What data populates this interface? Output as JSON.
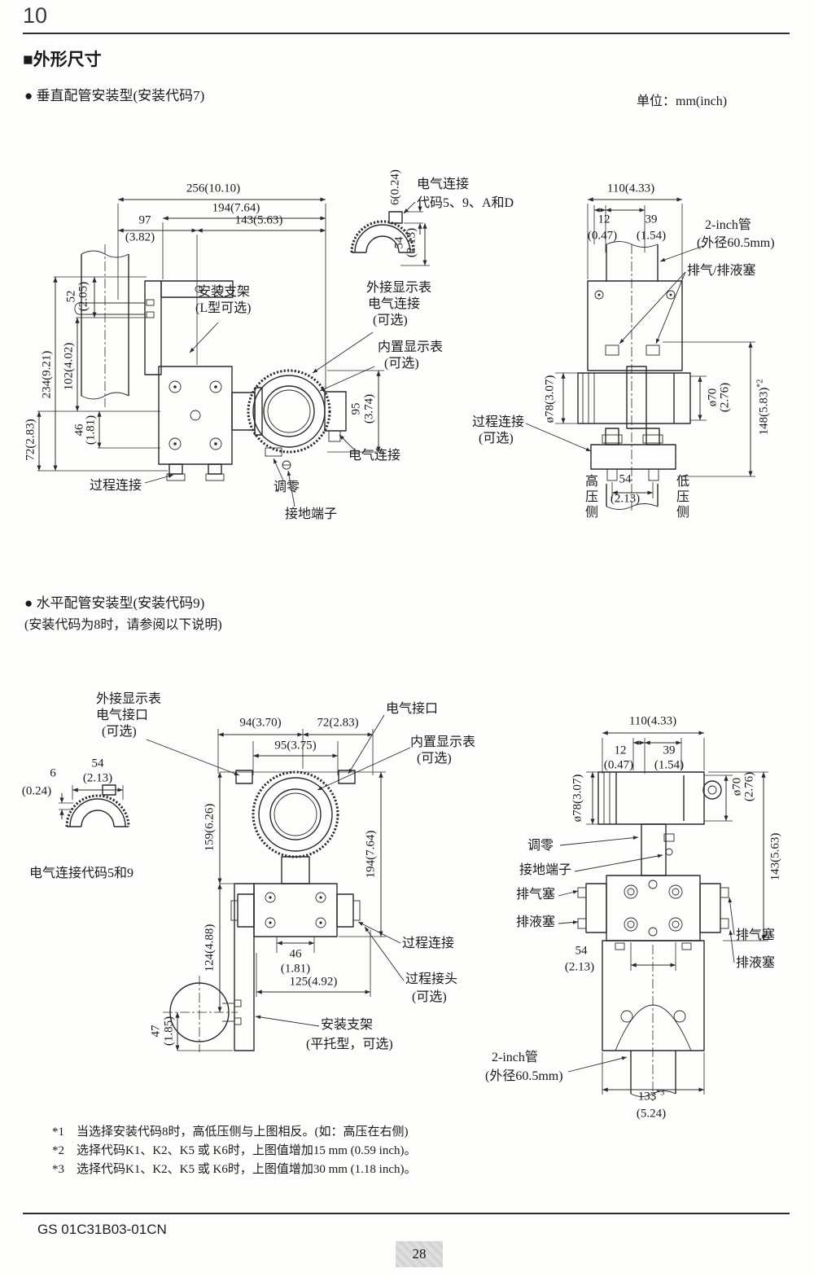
{
  "page": {
    "number": "10",
    "section_title": "■外形尺寸",
    "unit_note": "单位：mm(inch)",
    "footer_code": "GS 01C31B03-01CN",
    "footer_page": "28"
  },
  "sections": {
    "s1_bullet": "● 垂直配管安装型(安装代码7)",
    "s2_bullet": "● 水平配管安装型(安装代码9)",
    "s2_note": "(安装代码为8时，请参阅以下说明)"
  },
  "footnotes": {
    "f1": "*1　当选择安装代码8时，高低压侧与上图相反。(如：高压在右侧)",
    "f2": "*2　选择代码K1、K2、K5 或 K6时，上图值增加15 mm (0.59 inch)。",
    "f3": "*3　选择代码K1、K2、K5 或 K6时，上图值增加30 mm (1.18 inch)。"
  },
  "d1": {
    "dim_256": "256(10.10)",
    "dim_194": "194(7.64)",
    "dim_97": "97",
    "dim_97i": "(3.82)",
    "dim_143": "143(5.63)",
    "dim_52": "52",
    "dim_52i": "(2.05)",
    "dim_102": "102(4.02)",
    "dim_234": "234(9.21)",
    "dim_72": "72(2.83)",
    "dim_46": "46",
    "dim_46i": "(1.81)",
    "dim_95": "95",
    "dim_95i": "(3.74)",
    "bracket1": "安装支架",
    "bracket2": "(L型可选)",
    "ext1": "外接显示表",
    "ext2": "电气连接",
    "ext3": "(可选)",
    "int1": "内置显示表",
    "int2": "(可选)",
    "elec": "电气连接",
    "proc": "过程连接",
    "zero": "调零",
    "ground": "接地端子",
    "det_6": "6(0.24)",
    "det_54": "54",
    "det_54i": "(2.13)",
    "det_l1": "电气连接",
    "det_l2": "代码5、9、A和D"
  },
  "d2": {
    "dim_110": "110(4.33)",
    "dim_12": "12",
    "dim_12i": "(0.47)",
    "dim_39": "39",
    "dim_39i": "(1.54)",
    "pipe1": "2-inch管",
    "pipe2": "(外径60.5mm)",
    "vent": "排气/排液塞",
    "dim_78": "ø78(3.07)",
    "dim_70": "ø70",
    "dim_70i": "(2.76)",
    "dim_148": "148(5.83)",
    "dim_148s": "*2",
    "proc1": "过程连接",
    "proc2": "(可选)",
    "high": "高压侧",
    "low": "低压侧",
    "dim_54": "54",
    "dim_54i": "(2.13)"
  },
  "d3": {
    "ext1": "外接显示表",
    "ext2": "电气接口",
    "ext3": "(可选)",
    "dim_94": "94(3.70)",
    "dim_72": "72(2.83)",
    "elec": "电气接口",
    "dim_95": "95(3.75)",
    "int1": "内置显示表",
    "int2": "(可选)",
    "dim_54": "54",
    "dim_54i": "(2.13)",
    "dim_6": "6",
    "dim_6i": "(0.24)",
    "conn59": "电气连接代码5和9",
    "dim_159": "159(6.26)",
    "dim_194": "194(7.64)",
    "dim_124": "124(4.88)",
    "dim_46": "46",
    "dim_46i": "(1.81)",
    "dim_125": "125(4.92)",
    "proc": "过程连接",
    "procj1": "过程接头",
    "procj2": "(可选)",
    "dim_47": "47",
    "dim_47i": "(1.85)",
    "bracket1": "安装支架",
    "bracket2": "(平托型，可选)"
  },
  "d4": {
    "dim_110": "110(4.33)",
    "dim_12": "12",
    "dim_12i": "(0.47)",
    "dim_39": "39",
    "dim_39i": "(1.54)",
    "dim_78": "ø78(3.07)",
    "dim_70": "ø70",
    "dim_70i": "(2.76)",
    "dim_143": "143(5.63)",
    "zero": "调零",
    "ground": "接地端子",
    "vent_l": "排气塞",
    "drain_l": "排液塞",
    "vent_r": "排气塞",
    "drain_r": "排液塞",
    "dim_54": "54",
    "dim_54i": "(2.13)",
    "pipe1": "2-inch管",
    "pipe2": "(外径60.5mm)",
    "dim_133": "133",
    "dim_133s": "*3",
    "dim_133i": "(5.24)"
  }
}
